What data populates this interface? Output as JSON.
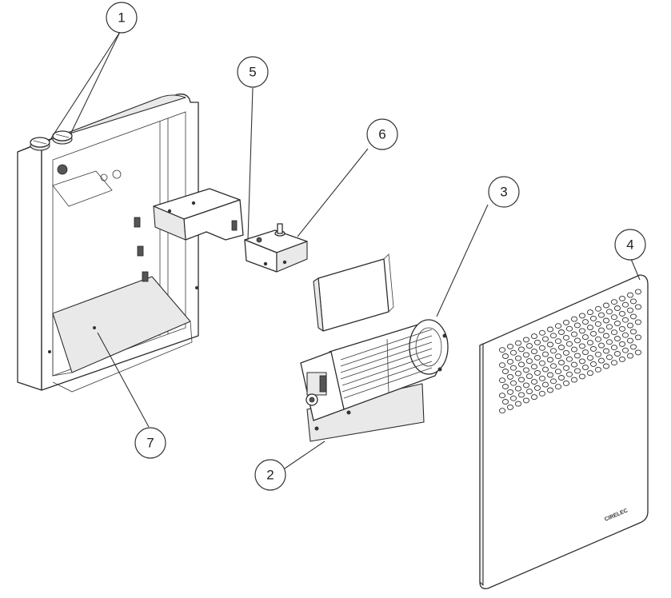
{
  "diagram": {
    "type": "exploded-parts-view",
    "callouts": [
      {
        "id": "1",
        "label": "1"
      },
      {
        "id": "2",
        "label": "2"
      },
      {
        "id": "3",
        "label": "3"
      },
      {
        "id": "4",
        "label": "4"
      },
      {
        "id": "5",
        "label": "5"
      },
      {
        "id": "6",
        "label": "6"
      },
      {
        "id": "7",
        "label": "7"
      }
    ],
    "front_panel_logo": "CIRELEC"
  }
}
